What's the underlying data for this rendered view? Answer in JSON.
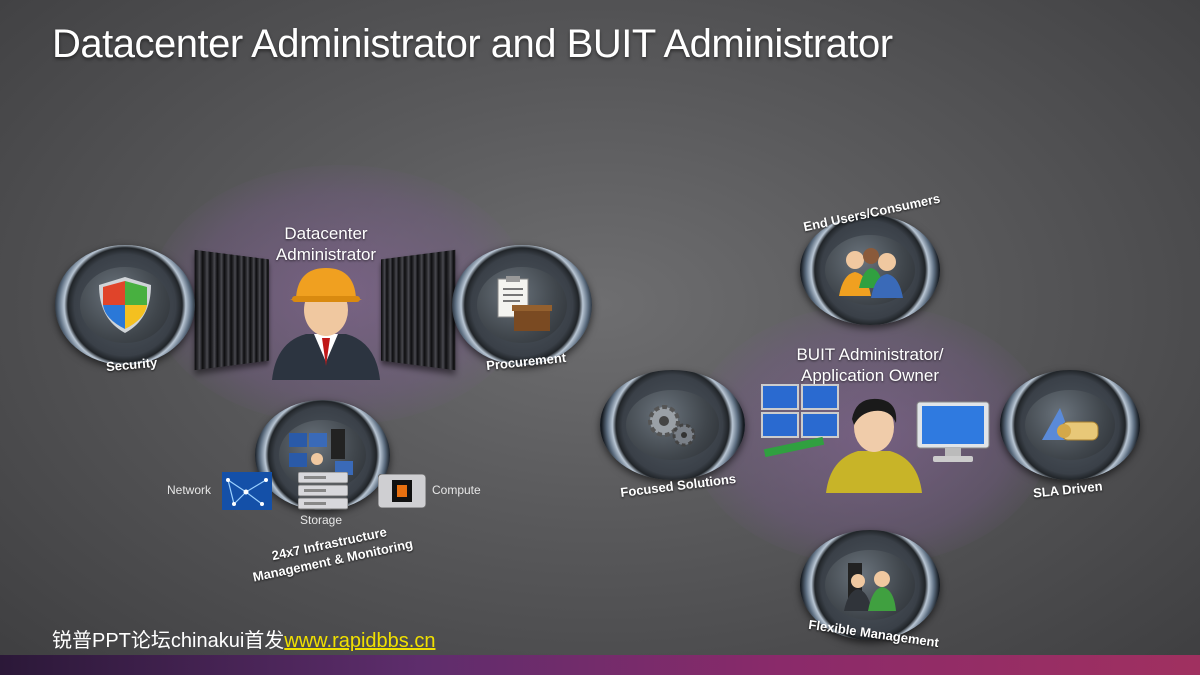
{
  "title": "Datacenter Administrator and BUIT Administrator",
  "datacenter": {
    "heading": [
      "Datacenter",
      "Administrator"
    ],
    "security_label": "Security",
    "procurement_label": "Procurement",
    "network_label": "Network",
    "storage_label": "Storage",
    "compute_label": "Compute",
    "infra_label": [
      "24x7 Infrastructure",
      "Management & Monitoring"
    ]
  },
  "buit": {
    "heading": [
      "BUIT Administrator/",
      "Application Owner"
    ],
    "end_users_label": "End Users/Consumers",
    "focused_label": "Focused Solutions",
    "sla_label": "SLA Driven",
    "flexible_label": "Flexible Management"
  },
  "footer": {
    "prefix": "锐普PPT论坛chinakui首发",
    "link": "www.rapidbbs.cn"
  },
  "colors": {
    "link": "#f0e000",
    "accent_purple": "#8a2a6a"
  }
}
